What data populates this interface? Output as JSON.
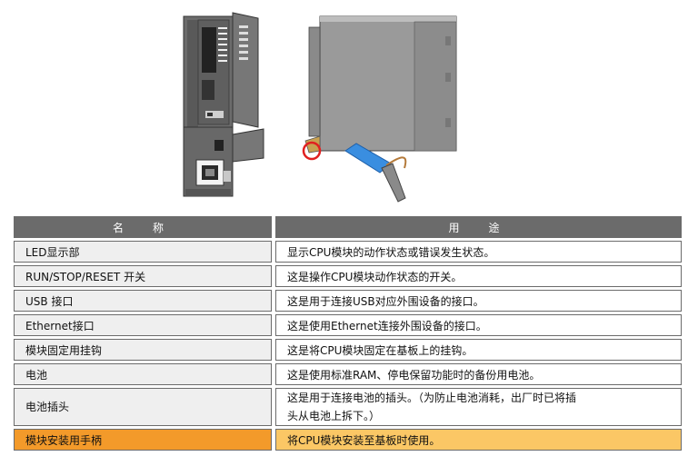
{
  "table": {
    "headers": [
      "名　称",
      "用　途"
    ],
    "rows": [
      {
        "name": "LED显示部",
        "use": "显示CPU模块的动作状态或错误发生状态。"
      },
      {
        "name": "RUN/STOP/RESET 开关",
        "use": "这是操作CPU模块动作状态的开关。"
      },
      {
        "name": "USB 接口",
        "use": "这是用于连接USB对应外围设备的接口。"
      },
      {
        "name": "Ethernet接口",
        "use": "这是使用Ethernet连接外围设备的接口。"
      },
      {
        "name": "模块固定用挂钩",
        "use": "这是将CPU模块固定在基板上的挂钩。"
      },
      {
        "name": "电池",
        "use": "这是使用标准RAM、停电保留功能时的备份用电池。"
      },
      {
        "name": "电池插头",
        "use_line1": "这是用于连接电池的插头。（为防止电池消耗，出厂时已将插",
        "use_line2": "头从电池上拆下。）"
      },
      {
        "name": "模块安装用手柄",
        "use": "将CPU模块安装至基板时使用。"
      }
    ]
  },
  "colors": {
    "header_bg": "#6b6b6b",
    "highlight_name": "#f39a2a",
    "highlight_use": "#fbc765",
    "callout_circle": "#e02020",
    "battery_blue": "#3a8ee0"
  }
}
